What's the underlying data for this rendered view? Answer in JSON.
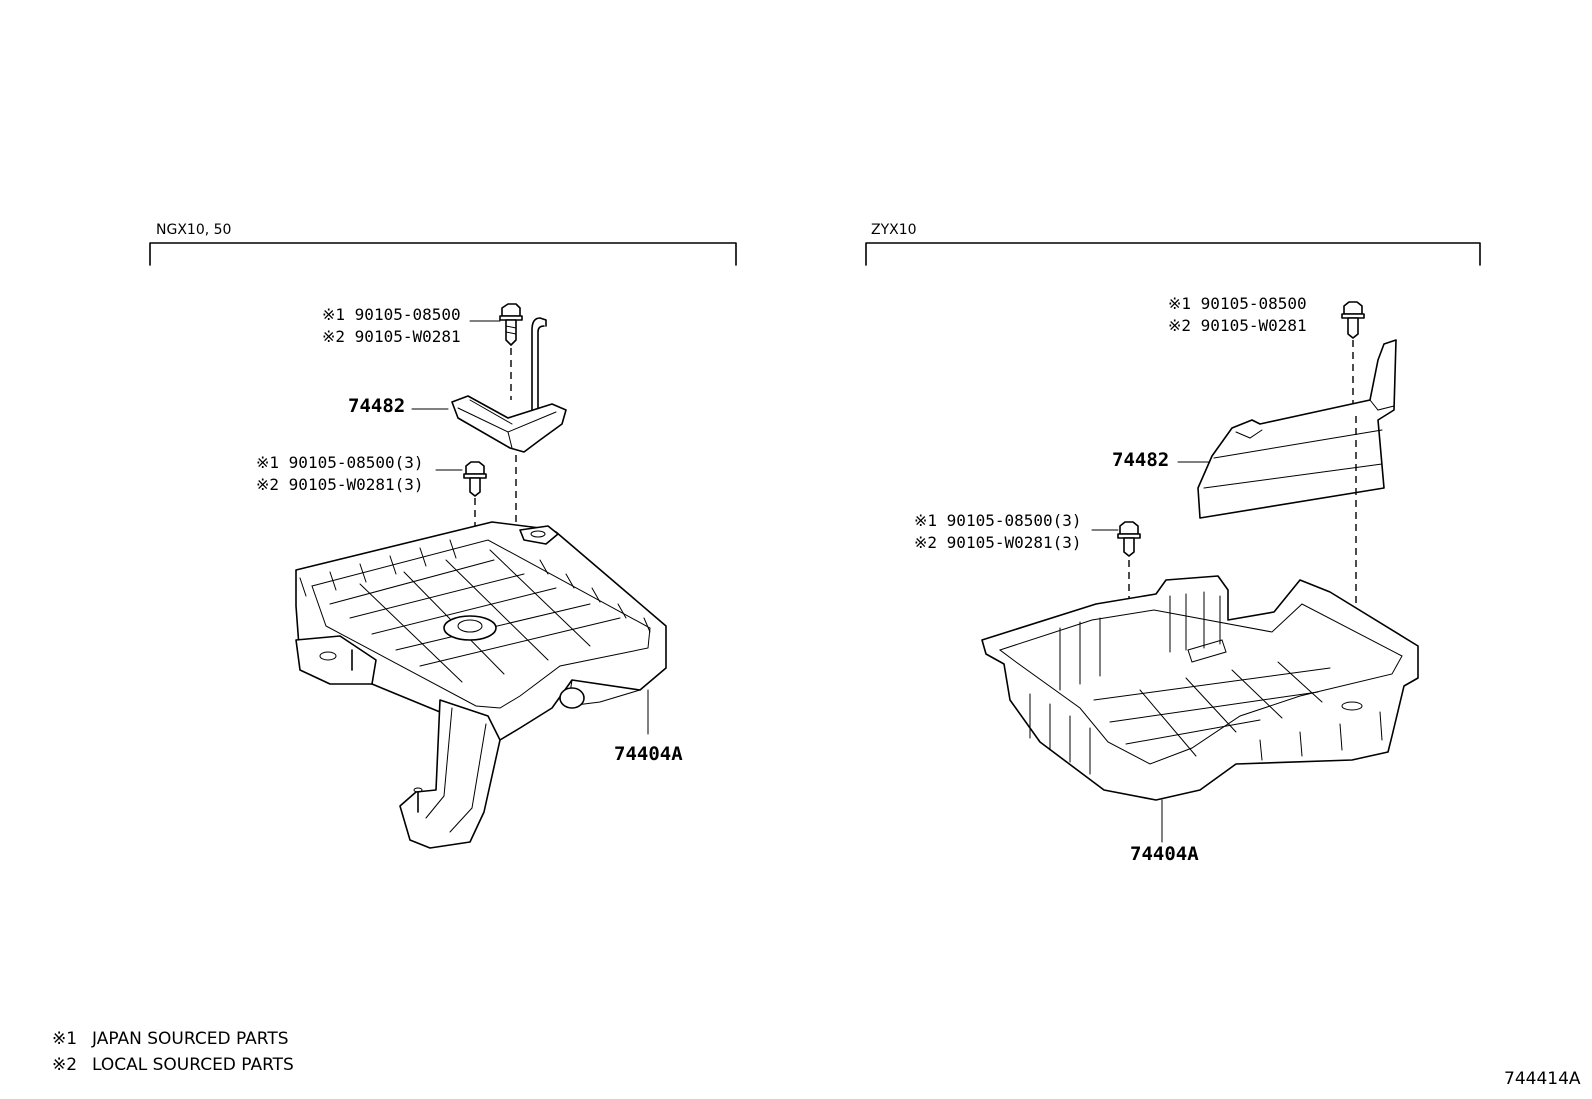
{
  "groups": {
    "left": {
      "label": "NGX10, 50"
    },
    "right": {
      "label": "ZYX10"
    }
  },
  "left": {
    "bolt_top": {
      "line1": "※1 90105-08500",
      "line2": "※2 90105-W0281"
    },
    "clamp_part": "74482",
    "bolt_mid": {
      "line1": "※1 90105-08500(3)",
      "line2": "※2 90105-W0281(3)"
    },
    "tray_part": "74404A"
  },
  "right": {
    "bolt_top": {
      "line1": "※1 90105-08500",
      "line2": "※2 90105-W0281"
    },
    "clamp_part": "74482",
    "bolt_mid": {
      "line1": "※1 90105-08500(3)",
      "line2": "※2 90105-W0281(3)"
    },
    "tray_part": "74404A"
  },
  "notes": [
    {
      "mark": "※1",
      "text": "JAPAN SOURCED PARTS"
    },
    {
      "mark": "※2",
      "text": "LOCAL SOURCED PARTS"
    }
  ],
  "diagram_id": "744414A"
}
